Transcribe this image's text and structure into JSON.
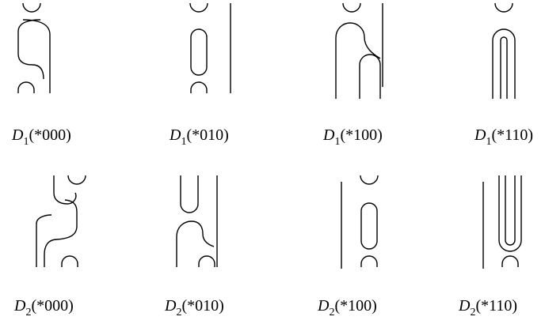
{
  "figure": {
    "rows": [
      {
        "labels": [
          {
            "main": "D",
            "sub": "1",
            "arg": "(*000)"
          },
          {
            "main": "D",
            "sub": "1",
            "arg": "(*010)"
          },
          {
            "main": "D",
            "sub": "1",
            "arg": "(*100)"
          },
          {
            "main": "D",
            "sub": "1",
            "arg": "(*110)"
          }
        ]
      },
      {
        "labels": [
          {
            "main": "D",
            "sub": "2",
            "arg": "(*000)"
          },
          {
            "main": "D",
            "sub": "2",
            "arg": "(*010)"
          },
          {
            "main": "D",
            "sub": "2",
            "arg": "(*100)"
          },
          {
            "main": "D",
            "sub": "2",
            "arg": "(*110)"
          }
        ]
      }
    ],
    "stroke_color": "#000000",
    "background": "#ffffff"
  }
}
